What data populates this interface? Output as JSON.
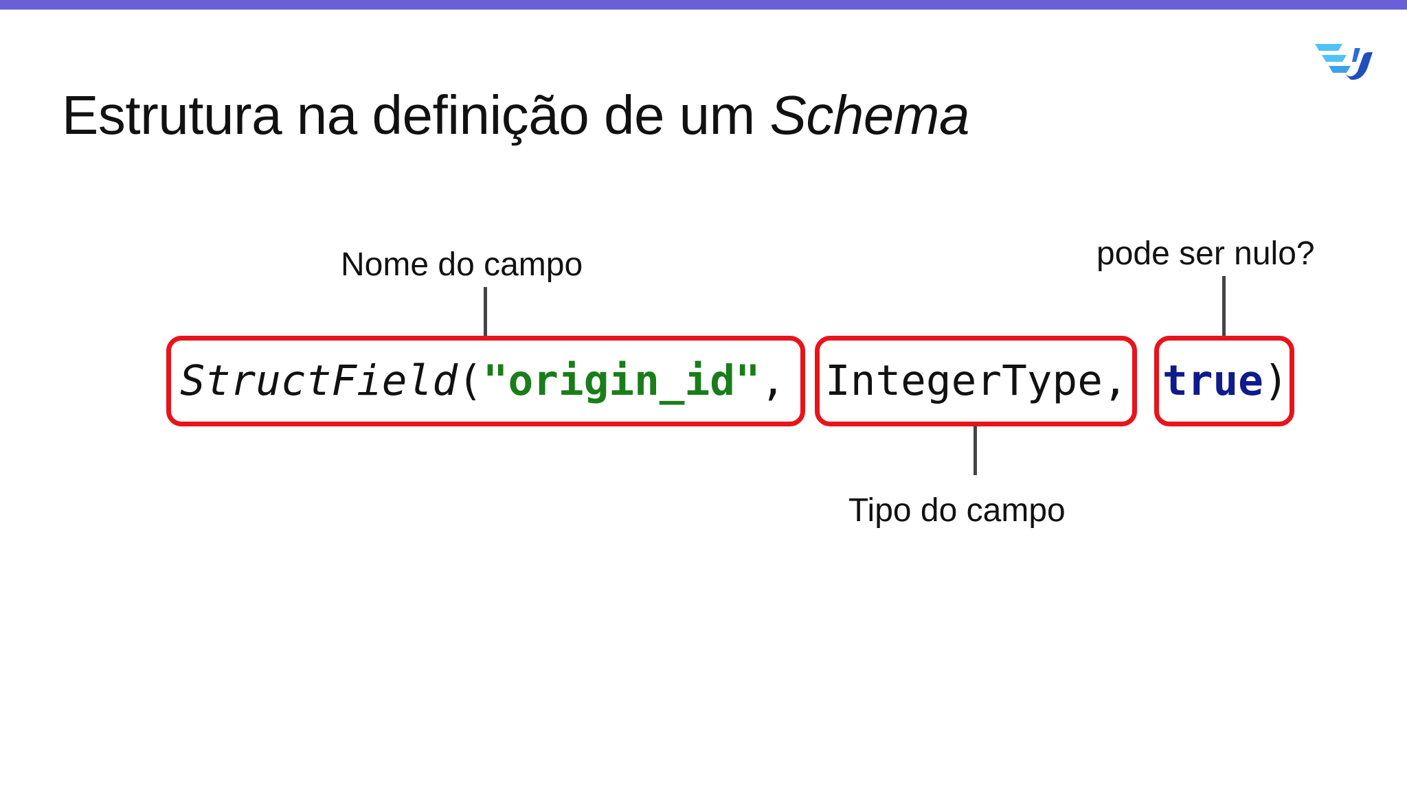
{
  "colors": {
    "top_bar": "#6b5fd9",
    "box_border": "#e8141b",
    "string_green": "#1a7d1a",
    "keyword_blue": "#0f1a8c",
    "connector": "#444444",
    "logo_light": "#4fc3f7",
    "logo_dark": "#1e4fbf"
  },
  "slide": {
    "title_main": "Estrutura na definição de um ",
    "title_emphasis": "Schema"
  },
  "annotations": {
    "field_name": "Nome do campo",
    "field_type": "Tipo do campo",
    "nullable": "pode ser nulo?"
  },
  "code": {
    "func": "StructField",
    "open_paren": "(",
    "field_string": "\"origin_id\"",
    "comma1": ",",
    "type": "IntegerType",
    "comma2": ",",
    "bool": "true",
    "close_paren": ")"
  },
  "logo": {
    "icon": "brand-logo-icon"
  }
}
